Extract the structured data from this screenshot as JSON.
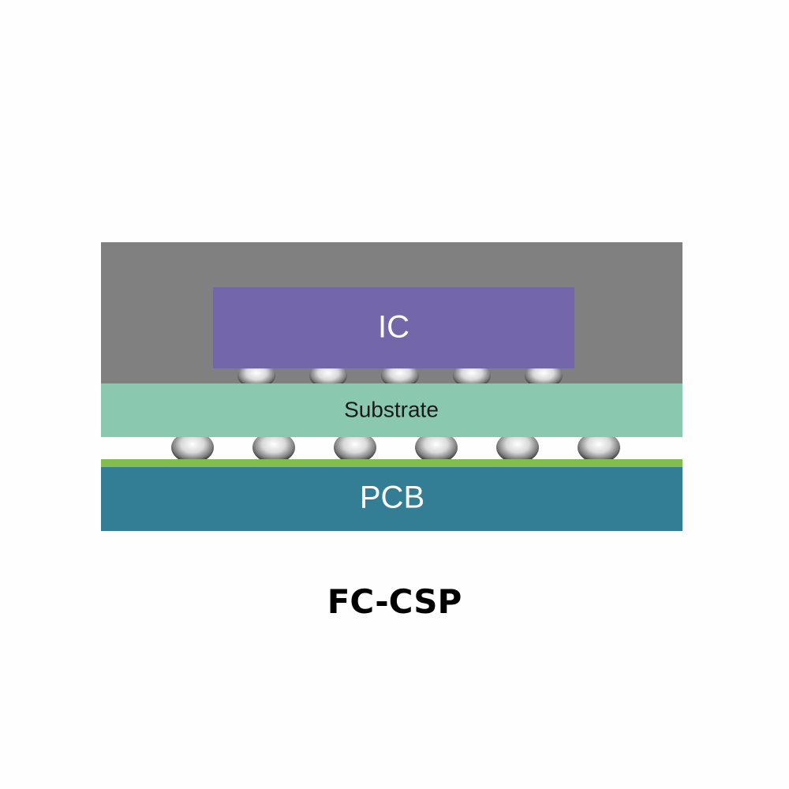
{
  "diagram": {
    "layers": {
      "mold": {
        "color": "#808080"
      },
      "ic": {
        "label": "IC",
        "color": "#7367a9",
        "text_color": "#ffffff"
      },
      "substrate": {
        "label": "Substrate",
        "color": "#8ac9b0",
        "text_color": "#1a1a1a"
      },
      "solder_mask": {
        "color": "#82bd4e"
      },
      "pcb": {
        "label": "PCB",
        "color": "#347e95",
        "text_color": "#ffffff"
      }
    },
    "bump_counts": {
      "ic_to_substrate": 5,
      "substrate_to_pcb": 6
    }
  },
  "caption": "FC-CSP"
}
